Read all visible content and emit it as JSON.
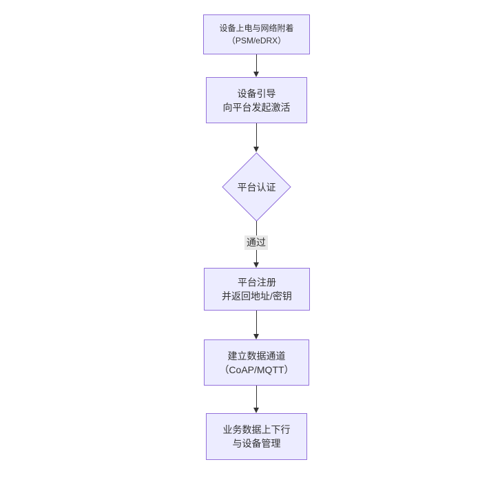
{
  "diagram": {
    "type": "flowchart-vertical",
    "colors": {
      "node-fill": "#ECECFF",
      "node-border": "#9370DB",
      "text": "#333333",
      "edge": "#333333",
      "label-bg": "#e8e8e8",
      "bg": "#ffffff"
    },
    "nodes": [
      {
        "id": "power-attach",
        "shape": "rect",
        "lines": [
          "设备上电与网络附着",
          "（PSM/eDRX）"
        ]
      },
      {
        "id": "bootstrap",
        "shape": "rect",
        "lines": [
          "设备引导",
          "向平台发起激活"
        ]
      },
      {
        "id": "auth",
        "shape": "diamond",
        "lines": [
          "平台认证"
        ]
      },
      {
        "id": "register",
        "shape": "rect",
        "lines": [
          "平台注册",
          "并返回地址/密钥"
        ]
      },
      {
        "id": "channel",
        "shape": "rect",
        "lines": [
          "建立数据通道",
          "（CoAP/MQTT）"
        ]
      },
      {
        "id": "business",
        "shape": "rect",
        "lines": [
          "业务数据上下行",
          "与设备管理"
        ]
      }
    ],
    "edges": [
      {
        "from": "power-attach",
        "to": "bootstrap",
        "label": ""
      },
      {
        "from": "bootstrap",
        "to": "auth",
        "label": ""
      },
      {
        "from": "auth",
        "to": "register",
        "label": "通过"
      },
      {
        "from": "register",
        "to": "channel",
        "label": ""
      },
      {
        "from": "channel",
        "to": "business",
        "label": ""
      }
    ],
    "edge_label_pass": "通过"
  }
}
